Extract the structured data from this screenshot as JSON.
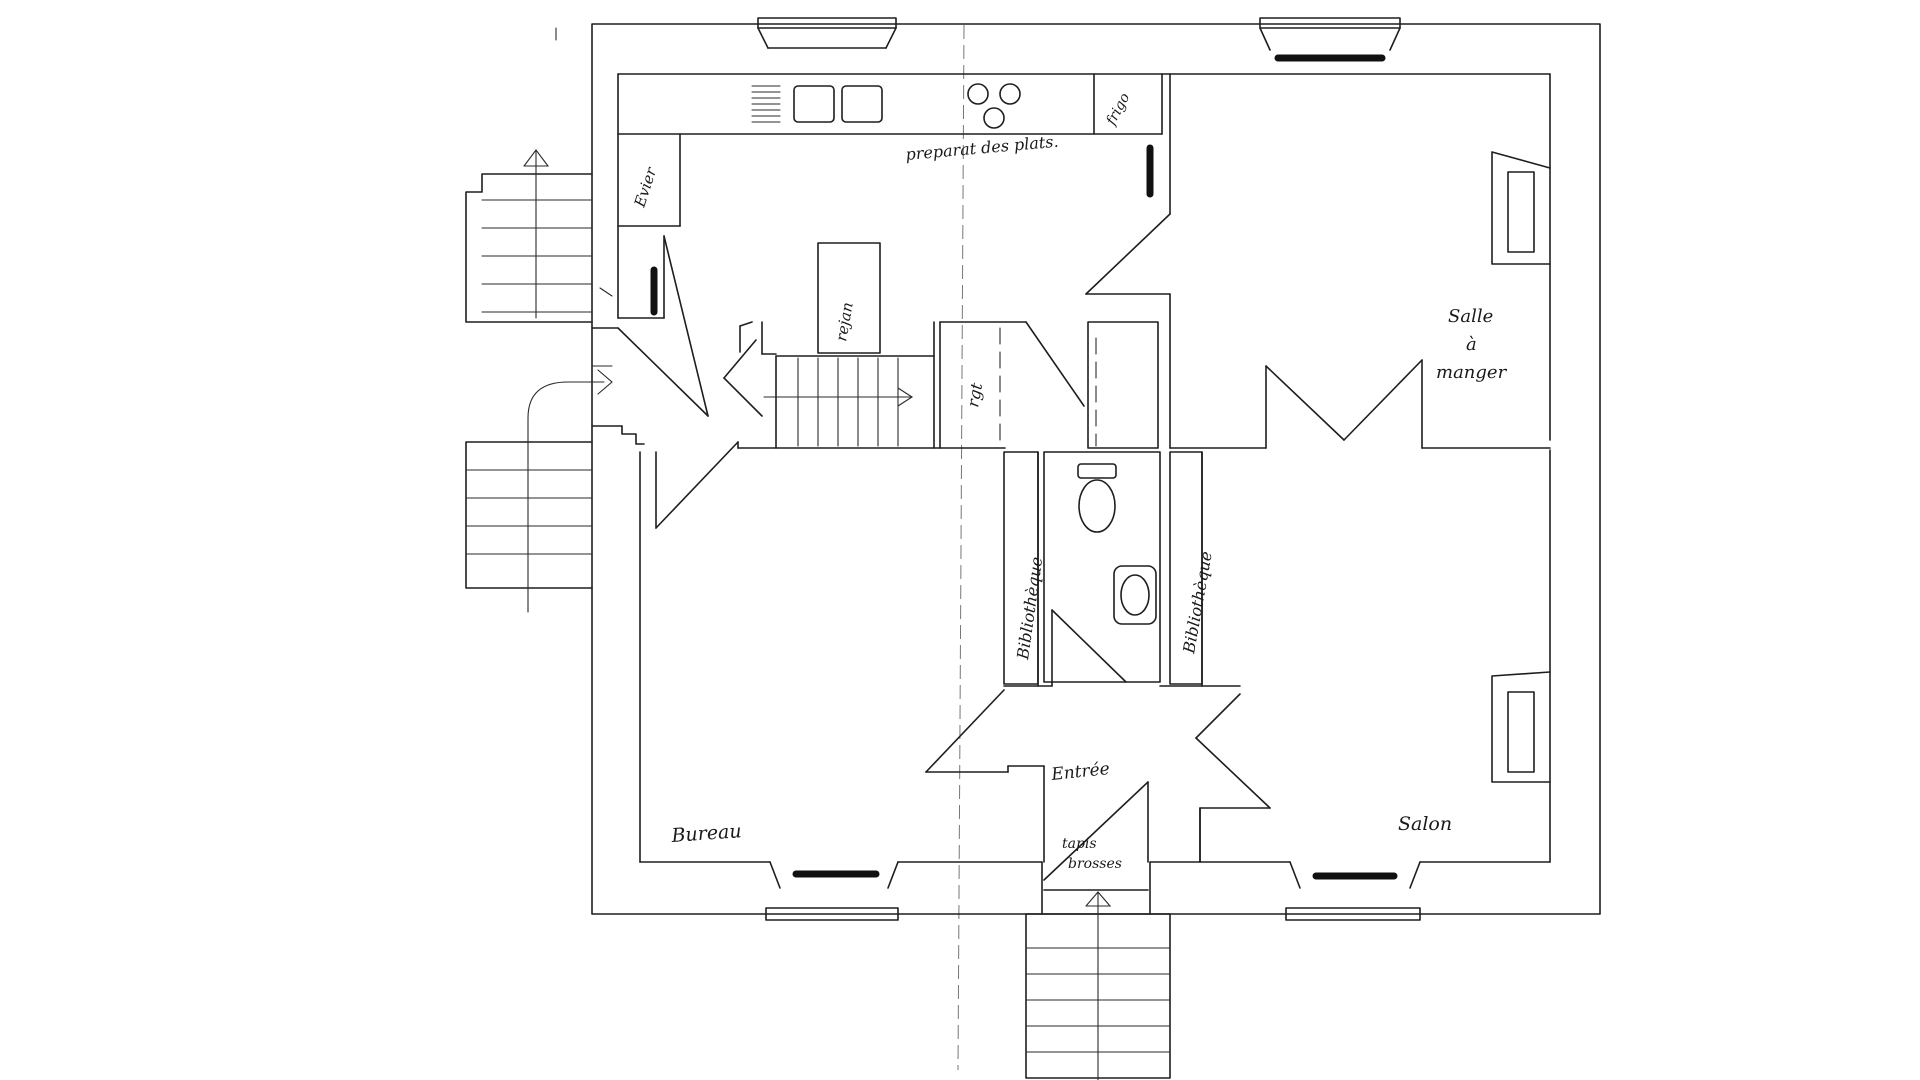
{
  "rooms": {
    "kitchen_prep": "preparat des plats.",
    "evier": "Evier",
    "frigo": "frigo",
    "rejan": "rejan",
    "rgt": "rgt",
    "salle": [
      "Salle",
      "à",
      "manger"
    ],
    "bibliotheque_left": "Bibliothèque",
    "bibliotheque_right": "Bibliothèque",
    "entree": "Entrée",
    "tapis": [
      "tapis",
      "brosses"
    ],
    "bureau": "Bureau",
    "salon": "Salon"
  },
  "colors": {
    "ink": "#1e1e1e",
    "paper": "#ffffff"
  }
}
